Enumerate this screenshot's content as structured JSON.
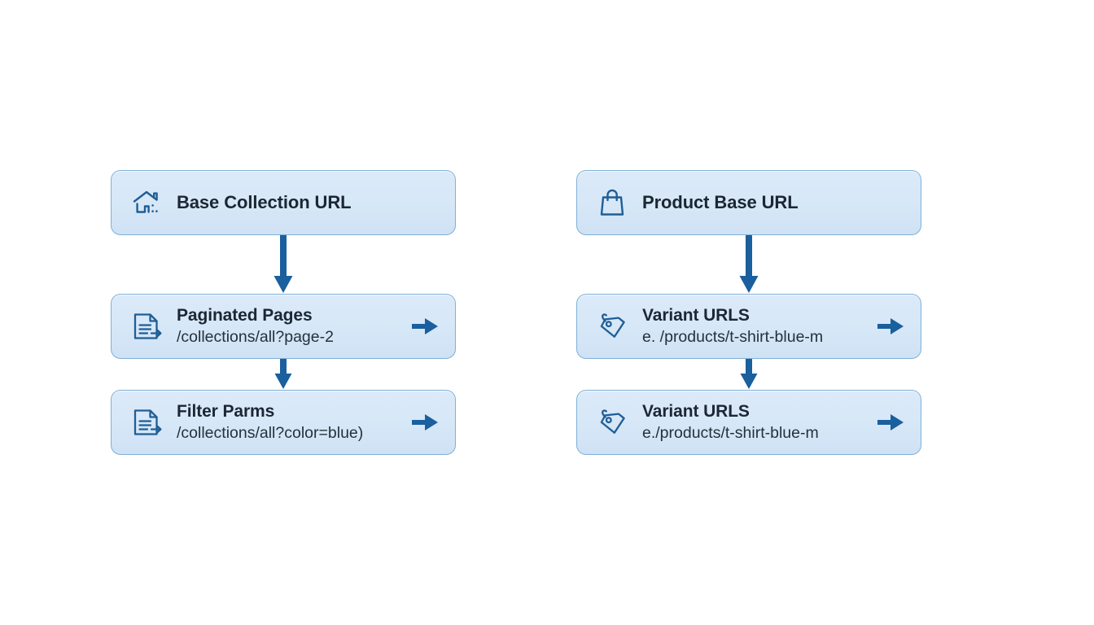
{
  "diagram": {
    "title": "URL structure flow",
    "background_color": "#ffffff",
    "node_fill_color": "#d8e8f7",
    "node_border_color": "#7fb0d8",
    "arrow_color": "#1a5f9e",
    "icon_color": "#1f5e96",
    "title_text_color": "#1b2733"
  },
  "columns": [
    {
      "name": "collection-flow",
      "nodes": [
        {
          "icon": "home-icon",
          "title": "Base Collection URL",
          "subtitle": "",
          "action_icon": ""
        },
        {
          "icon": "document-export-icon",
          "title": "Paginated Pages",
          "subtitle": "/collections/all?page-2",
          "action_icon": "arrow-right-icon"
        },
        {
          "icon": "document-export-icon",
          "title": "Filter Parms",
          "subtitle": "/collections/all?color=blue)",
          "action_icon": "arrow-right-icon"
        }
      ],
      "connectors": [
        {
          "name": "arrow-down-long",
          "length": "long"
        },
        {
          "name": "arrow-down-short",
          "length": "short"
        }
      ]
    },
    {
      "name": "product-flow",
      "nodes": [
        {
          "icon": "shopping-bag-icon",
          "title": "Product Base URL",
          "subtitle": "",
          "action_icon": ""
        },
        {
          "icon": "price-tag-icon",
          "title": "Variant URLS",
          "subtitle": "e. /products/t-shirt-blue-m",
          "action_icon": "arrow-right-icon"
        },
        {
          "icon": "price-tag-icon",
          "title": "Variant URLS",
          "subtitle": "e./products/t-shirt-blue-m",
          "action_icon": "arrow-right-icon"
        }
      ],
      "connectors": [
        {
          "name": "arrow-down-long",
          "length": "long"
        },
        {
          "name": "arrow-down-short",
          "length": "short"
        }
      ]
    }
  ]
}
